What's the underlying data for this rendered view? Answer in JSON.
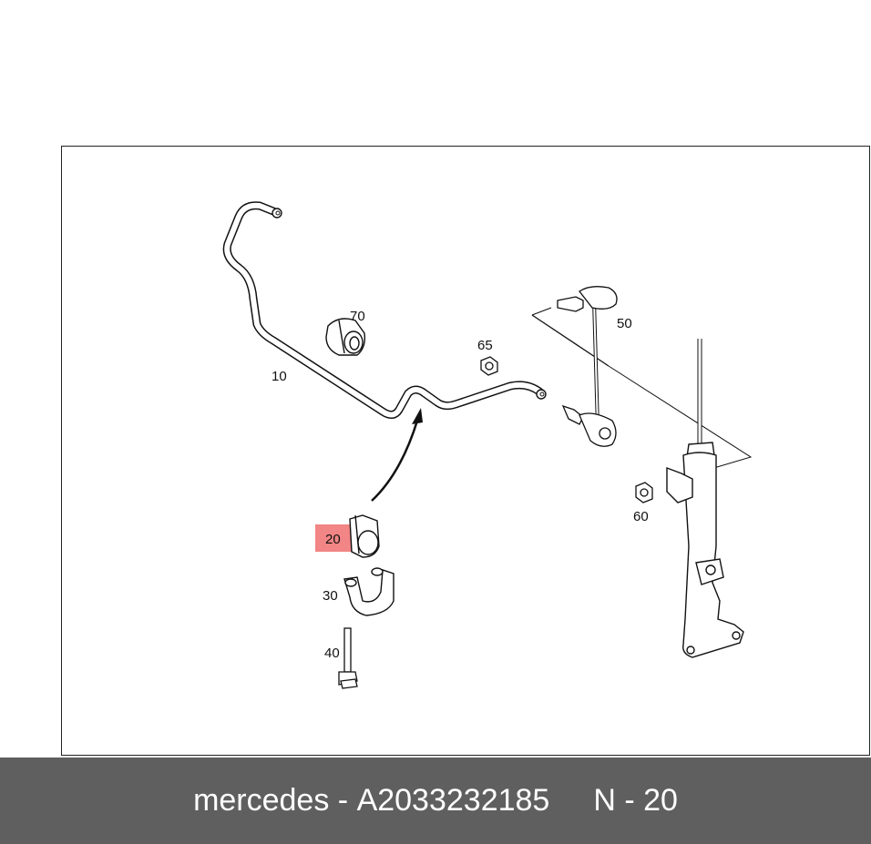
{
  "diagram": {
    "part_labels": [
      "10",
      "20",
      "30",
      "40",
      "50",
      "60",
      "65",
      "70"
    ],
    "highlighted_part": "20",
    "highlight_color": "#f07070"
  },
  "footer": {
    "brand": "mercedes",
    "separator": " - ",
    "part_number": "A2033232185",
    "position_label": "N - 20",
    "background": "#5f5f5f"
  }
}
